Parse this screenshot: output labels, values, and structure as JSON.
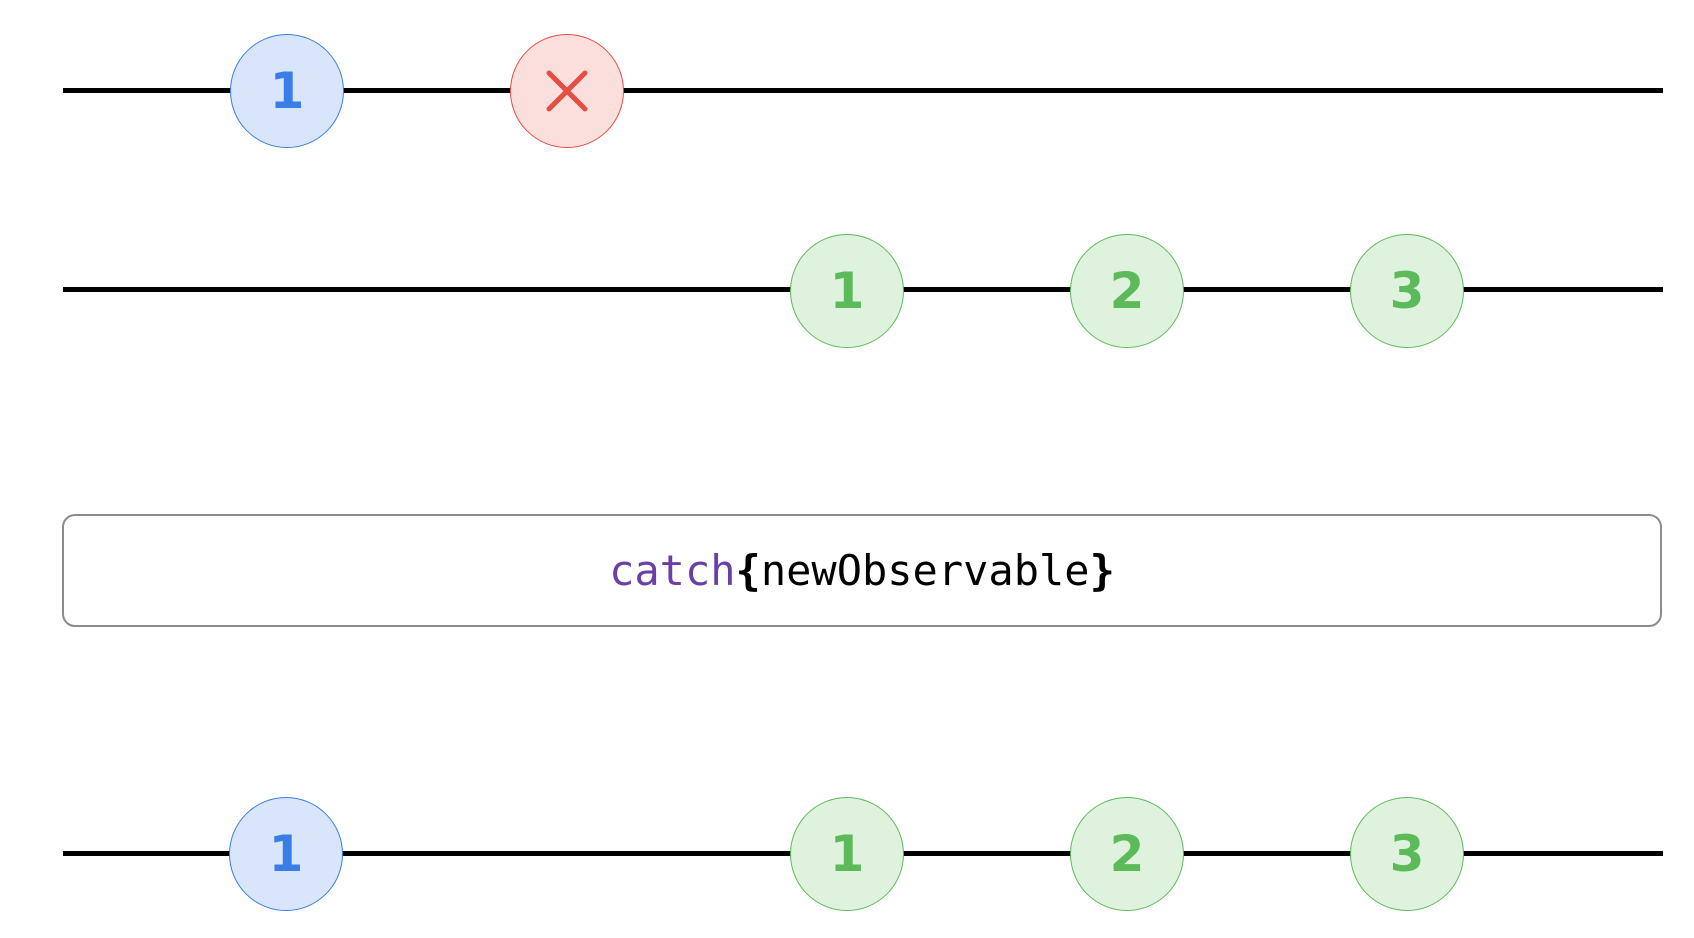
{
  "source_timeline": {
    "events": [
      {
        "kind": "next",
        "label": "1",
        "color": "blue"
      },
      {
        "kind": "error",
        "icon": "x-icon",
        "color": "red"
      }
    ]
  },
  "new_observable_timeline": {
    "events": [
      {
        "kind": "next",
        "label": "1",
        "color": "green"
      },
      {
        "kind": "next",
        "label": "2",
        "color": "green"
      },
      {
        "kind": "next",
        "label": "3",
        "color": "green"
      }
    ]
  },
  "operator": {
    "keyword": "catch",
    "open_brace": "{",
    "argument": "newObservable",
    "close_brace": "}"
  },
  "result_timeline": {
    "events": [
      {
        "kind": "next",
        "label": "1",
        "color": "blue"
      },
      {
        "kind": "next",
        "label": "1",
        "color": "green"
      },
      {
        "kind": "next",
        "label": "2",
        "color": "green"
      },
      {
        "kind": "next",
        "label": "3",
        "color": "green"
      }
    ]
  },
  "colors": {
    "blue_fill": "#d8e5fb",
    "blue_stroke": "#3b7de6",
    "green_fill": "#dff2dd",
    "green_stroke": "#5dba5a",
    "red_fill": "#fbdfdd",
    "red_stroke": "#e54d45",
    "keyword": "#6a3fa8",
    "box_border": "#8c8c8c"
  }
}
